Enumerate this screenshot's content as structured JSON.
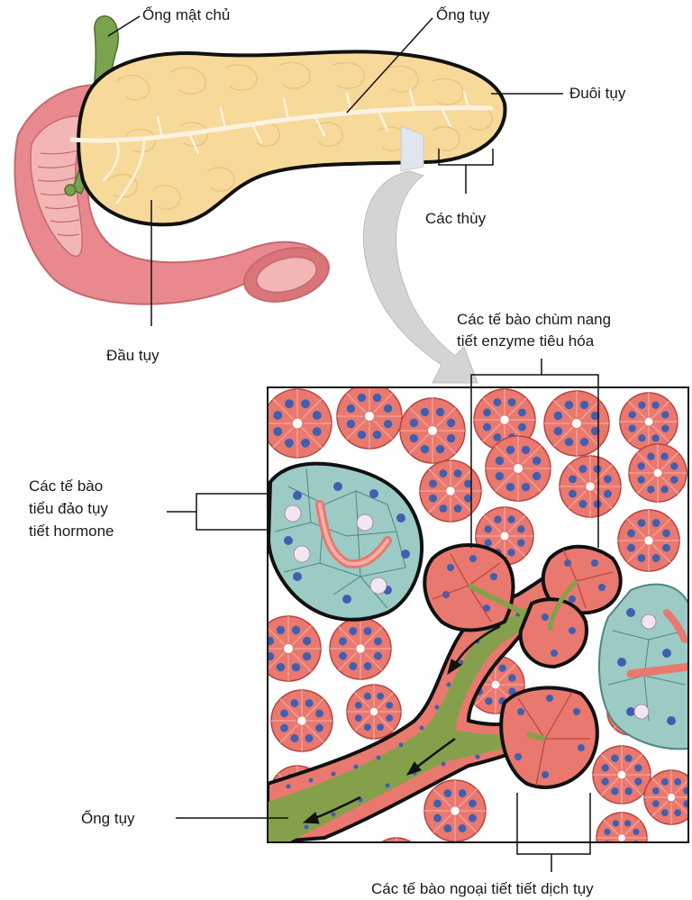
{
  "labels": {
    "common_bile_duct": "Ống mật chủ",
    "pancreatic_duct_top": "Ống tụy",
    "tail": "Đuôi tụy",
    "lobules": "Các thùy",
    "head": "Đầu tụy",
    "acini_line1": "Các tế bào chùm nang",
    "acini_line2": "tiết enzyme tiêu hóa",
    "islet_line1": "Các tế bào",
    "islet_line2": "tiểu đảo tụy",
    "islet_line3": "tiết hormone",
    "pancreatic_duct_bottom": "Ống tụy",
    "exocrine": "Các tế bào ngoại tiết tiết dịch tụy"
  },
  "colors": {
    "pancreas_fill": "#f7d99a",
    "pancreas_outline": "#111111",
    "duodenum": "#e9898f",
    "duodenum_inner": "#f2b7b4",
    "bile_duct": "#7aa24f",
    "duct_branches": "#fdf3e0",
    "acinus_cell": "#e9786f",
    "acinus_cell_light": "#f2a097",
    "nucleus": "#3f5fb0",
    "islet_cell": "#9ccbc6",
    "islet_cell_dark": "#6fa9a3",
    "duct_lumen": "#84a04a",
    "arrow_gray": "#d4d4d4"
  },
  "icons": [
    "enlargement-arrow",
    "flow-arrow"
  ]
}
